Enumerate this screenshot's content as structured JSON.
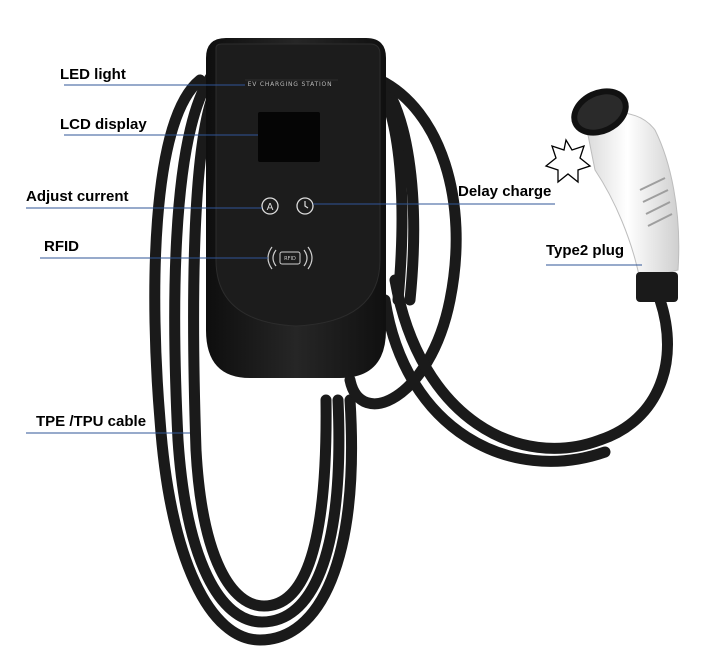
{
  "labels": {
    "led_light": "LED light",
    "lcd_display": "LCD display",
    "adjust_current": "Adjust current",
    "rfid": "RFID",
    "tpe_tpu_cable": "TPE /TPU cable",
    "delay_charge": "Delay charge",
    "type2_plug": "Type2 plug"
  },
  "device": {
    "panel_text": "EV CHARGING STATION",
    "rfid_card_text": "RFID",
    "adjust_button_glyph": "A"
  },
  "colors": {
    "leader_line": "#2f5597",
    "body": "#161616",
    "cable": "#1a1a1a",
    "plug": "#f2f2f2"
  },
  "icons": {
    "adjust": "a-circle-icon",
    "delay": "clock-icon",
    "rfid": "rfid-waves-icon",
    "spark": "spark-icon"
  }
}
